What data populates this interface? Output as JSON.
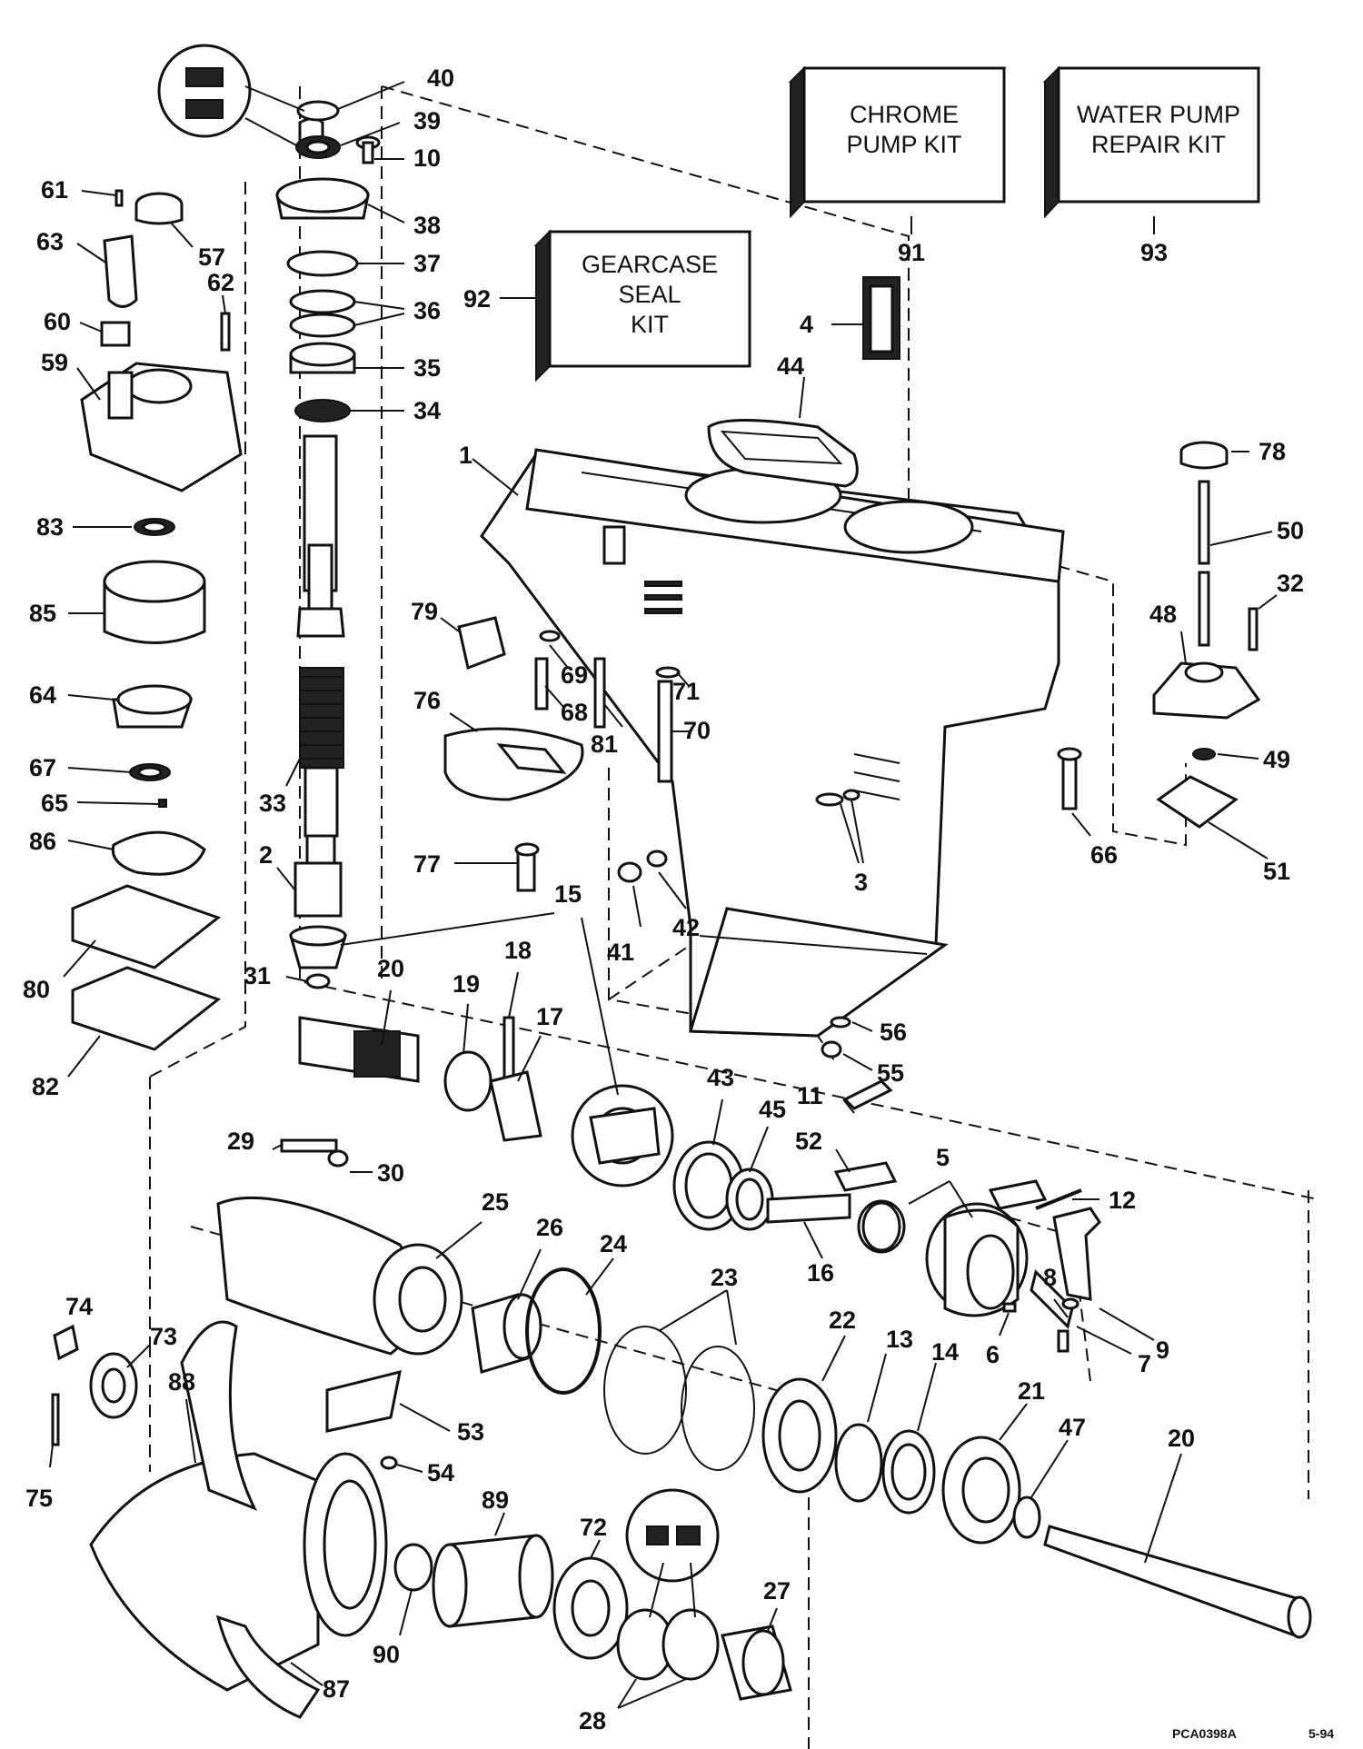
{
  "kits": [
    {
      "id": "chrome",
      "line1": "CHROME",
      "line2": "PUMP KIT",
      "line3": "",
      "number": "91"
    },
    {
      "id": "waterpump",
      "line1": "WATER PUMP",
      "line2": "REPAIR KIT",
      "line3": "",
      "number": "93"
    },
    {
      "id": "gearcase",
      "line1": "GEARCASE",
      "line2": "SEAL",
      "line3": "KIT",
      "number": "92"
    }
  ],
  "callouts": [
    "40",
    "39",
    "10",
    "38",
    "37",
    "36",
    "35",
    "34",
    "33",
    "2",
    "31",
    "61",
    "57",
    "63",
    "60",
    "62",
    "59",
    "83",
    "85",
    "64",
    "67",
    "65",
    "86",
    "80",
    "82",
    "1",
    "79",
    "69",
    "68",
    "81",
    "71",
    "70",
    "76",
    "77",
    "44",
    "4",
    "78",
    "50",
    "32",
    "48",
    "49",
    "51",
    "66",
    "3",
    "42",
    "41",
    "56",
    "55",
    "15",
    "20",
    "19",
    "18",
    "17",
    "43",
    "45",
    "11",
    "52",
    "5",
    "12",
    "16",
    "8",
    "9",
    "7",
    "6",
    "29",
    "30",
    "25",
    "26",
    "24",
    "23",
    "22",
    "13",
    "14",
    "21",
    "47",
    "74",
    "73",
    "88",
    "75",
    "53",
    "54",
    "89",
    "72",
    "27",
    "28",
    "90",
    "87"
  ],
  "drawing_code": "PCA0398A",
  "date_code": "5-94"
}
